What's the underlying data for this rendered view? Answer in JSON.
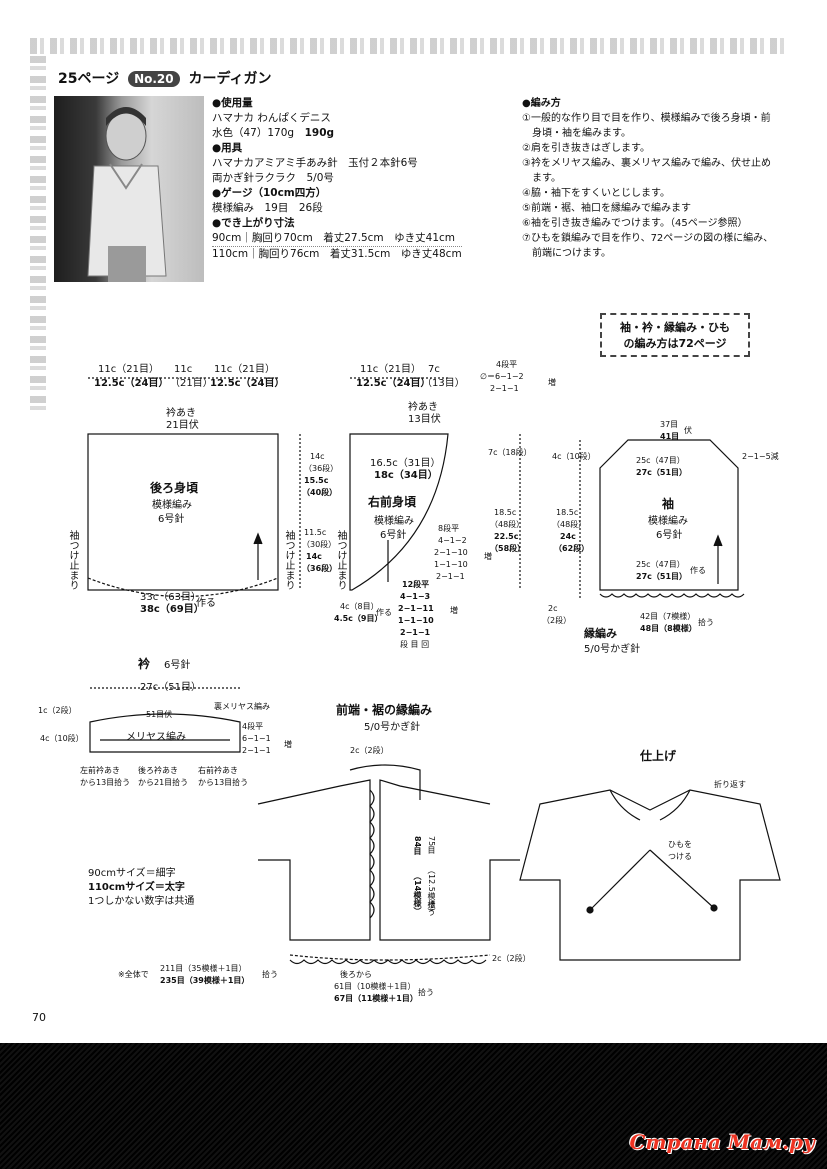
{
  "header": {
    "page_ref": "25ページ",
    "number": "No.20",
    "title": "カーディガン"
  },
  "materials": {
    "title": "●使用量",
    "yarn": "ハマナカ わんぱくデニス",
    "amount_label": "水色（47）170g",
    "amount_bold": "190g",
    "tools_title": "●用具",
    "tools_line1": "ハマナカアミアミ手あみ針　玉付２本針6号",
    "tools_line2": "両かぎ針ラクラク　5/0号",
    "gauge_title": "●ゲージ（10cm四方）",
    "gauge_line": "模様編み　19目　26段",
    "size_title": "●でき上がり寸法",
    "size_rows": [
      {
        "size": "90cm",
        "chest": "胸回り70cm",
        "length": "着丈27.5cm",
        "sleeve": "ゆき丈41cm"
      },
      {
        "size": "110cm",
        "chest": "胸回り76cm",
        "length": "着丈31.5cm",
        "sleeve": "ゆき丈48cm"
      }
    ]
  },
  "method": {
    "title": "●編み方",
    "steps": [
      "①一般的な作り目で目を作り、模様編みで後ろ身頃・前",
      "　身頃・袖を編みます。",
      "②肩を引き抜きはぎします。",
      "③衿をメリヤス編み、裏メリヤス編みで編み、伏せ止め",
      "　ます。",
      "④脇・袖下をすくいとじします。",
      "⑤前端・裾、袖口を縁編みで編みます",
      "⑥袖を引き抜き編みでつけます。（45ページ参照）",
      "⑦ひもを鎖編みで目を作り、72ページの図の様に編み、",
      "　前端につけます。"
    ]
  },
  "callout": {
    "line1": "袖・衿・縁編み・ひも",
    "line2": "の編み方は72ページ"
  },
  "back": {
    "top_dims": [
      {
        "a": "11c（21目）",
        "b": "12.5c（24目）"
      },
      {
        "a": "11c",
        "b": "（21目）"
      },
      {
        "a": "11c（21目）",
        "b": "12.5c（24目）"
      }
    ],
    "neck_label": "衿あき",
    "neck_st": "21目伏",
    "name": "後ろ身頃",
    "pattern": "模様編み",
    "needle": "6号針",
    "side_label": "袖つけ止まり",
    "bottom_a": "33c（63目）",
    "bottom_b": "38c（69目）",
    "bottom_act": "作る",
    "h_a": "14c",
    "h_a2": "（36段）",
    "h_b": "15.5c",
    "h_b2": "（40段）",
    "h_c": "11.5c",
    "h_c2": "（30段）",
    "h_d": "14c",
    "h_d2": "（36段）"
  },
  "front": {
    "top_a": "11c（21目）",
    "top_b": "12.5c（24目）",
    "top_c": "7c",
    "top_d": "（13目）",
    "inc_title": "4段平",
    "inc_1": "∅＝6−1−2",
    "inc_2": "2−1−1",
    "inc_mark": "増",
    "neck_label": "衿あき",
    "neck_st": "13目伏",
    "width_a": "16.5c（31目）",
    "width_b": "18c（34目）",
    "name": "右前身頃",
    "pattern": "模様編み",
    "needle": "6号針",
    "side_label": "袖つけ止まり",
    "d_title": "8段平",
    "d1": "4−1−2",
    "d2": "2−1−10",
    "d3": "1−1−10",
    "d4": "2−1−1",
    "d_mark": "増",
    "e_title": "12段平",
    "e1": "4−1−3",
    "e2": "2−1−11",
    "e3": "1−1−10",
    "e4": "2−1−1",
    "e5": "段 目 回",
    "e_mark": "増",
    "bottom_a": "4c（8目）",
    "bottom_b": "4.5c（9目）",
    "bottom_act": "作る",
    "h_a": "7c（18段）",
    "h_b": "18.5c",
    "h_b2": "（48段）",
    "h_c": "22.5c",
    "h_c2": "（58段）"
  },
  "sleeve": {
    "top_a": "37目",
    "top_b": "41目",
    "top_c": "伏",
    "w_a": "25c（47目）",
    "w_b": "27c（51目）",
    "dec": "2−1−5減",
    "name": "袖",
    "pattern": "模様編み",
    "needle": "6号針",
    "bw_a": "25c（47目）",
    "bw_b": "27c（51目）",
    "bw_act": "作る",
    "edge_a": "42目（7模様）",
    "edge_b": "48目（8模様）",
    "edge_act": "拾う",
    "h_a": "4c（10段）",
    "h_b": "18.5c",
    "h_b2": "（48段）",
    "h_c": "24c",
    "h_c2": "（62段）",
    "edge_h": "2c",
    "edge_h2": "（2段）",
    "edge_name": "縁編み",
    "edge_hook": "5/0号かぎ針"
  },
  "collar": {
    "title": "衿",
    "needle": "6号針",
    "width": "27c（51目）",
    "bind": "51目伏",
    "rev": "裏メリヤス編み",
    "knit": "メリヤス編み",
    "h_a": "1c（2段）",
    "h_b": "4c（10段）",
    "inc_title": "4段平",
    "inc_1": "6−1−1",
    "inc_2": "2−1−1",
    "inc_mark": "増",
    "pick_1a": "左前衿あき",
    "pick_1b": "から13目拾う",
    "pick_2a": "後ろ衿あき",
    "pick_2b": "から21目拾う",
    "pick_3a": "右前衿あき",
    "pick_3b": "から13目拾う"
  },
  "edging": {
    "title": "前端・裾の縁編み",
    "hook": "5/0号かぎ針",
    "top_mark": "2c（2段）",
    "side_mark": "2c（2段）",
    "v_a1": "84目",
    "v_a2": "（14模様）",
    "v_b1": "75目",
    "v_b2": "（12.5模様）",
    "v_act": "拾う",
    "back_a": "後ろから",
    "back_b": "61目（10模様＋1目）",
    "back_c": "67目（11模様＋1目）",
    "back_act": "拾う",
    "total_label": "※全体で",
    "total_a": "211目（35模様＋1目）",
    "total_b": "235目（39模様＋1目）",
    "total_act": "拾う"
  },
  "legend": {
    "l1": "90cmサイズ＝細字",
    "l2": "110cmサイズ＝太字",
    "l3": "1つしかない数字は共通"
  },
  "finish": {
    "title": "仕上げ",
    "fold": "折り返す",
    "tie_a": "ひもを",
    "tie_b": "つける"
  },
  "page_number": "70",
  "watermark": "Страна Мам.ру"
}
